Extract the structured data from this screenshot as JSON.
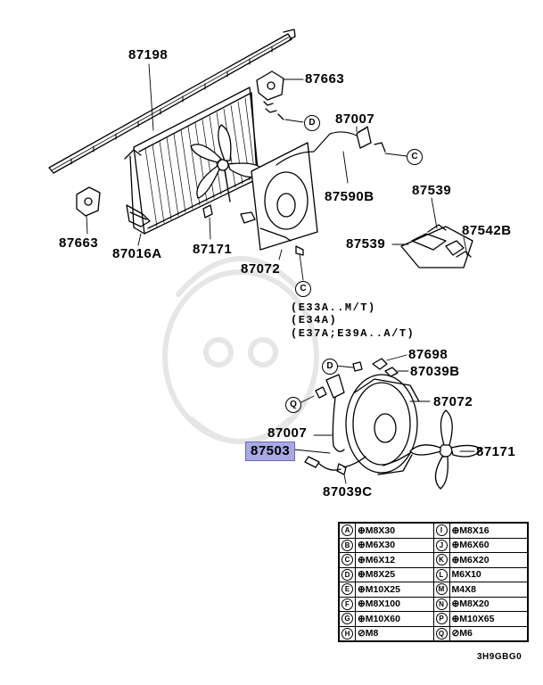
{
  "part_labels": {
    "p87198": "87198",
    "p87663_top": "87663",
    "p87007_top": "87007",
    "p87590B": "87590B",
    "p87539_top": "87539",
    "p87539_mid": "87539",
    "p87542B": "87542B",
    "p87663_left": "87663",
    "p87016A": "87016A",
    "p87171_top": "87171",
    "p87072_top": "87072",
    "p87698": "87698",
    "p87039B": "87039B",
    "p87072_bot": "87072",
    "p87007_bot": "87007",
    "p87503": "87503",
    "p87171_bot": "87171",
    "p87039C": "87039C"
  },
  "callouts": {
    "d_top": "D",
    "c_right": "C",
    "c_mid": "C",
    "d_bot": "D",
    "q_bot": "Q"
  },
  "notes": [
    "(E33A..M/T)",
    "(E34A)",
    "(E37A;E39A..A/T)"
  ],
  "legend": [
    [
      "A",
      "⊕M8X30",
      "I",
      "⊕M8X16"
    ],
    [
      "B",
      "⊕M6X30",
      "J",
      "⊕M6X60"
    ],
    [
      "C",
      "⊕M6X12",
      "K",
      "⊕M6X20"
    ],
    [
      "D",
      "⊕M8X25",
      "L",
      "M6X10"
    ],
    [
      "E",
      "⊕M10X25",
      "M",
      "M4X8"
    ],
    [
      "F",
      "⊕M8X100",
      "N",
      "⊕M8X20"
    ],
    [
      "G",
      "⊕M10X60",
      "P",
      "⊕M10X65"
    ],
    [
      "H",
      "⊘M8",
      "Q",
      "⊘M6"
    ]
  ],
  "diagram_code": "3H9GBG0",
  "highlight_color": "#a9a9e6"
}
